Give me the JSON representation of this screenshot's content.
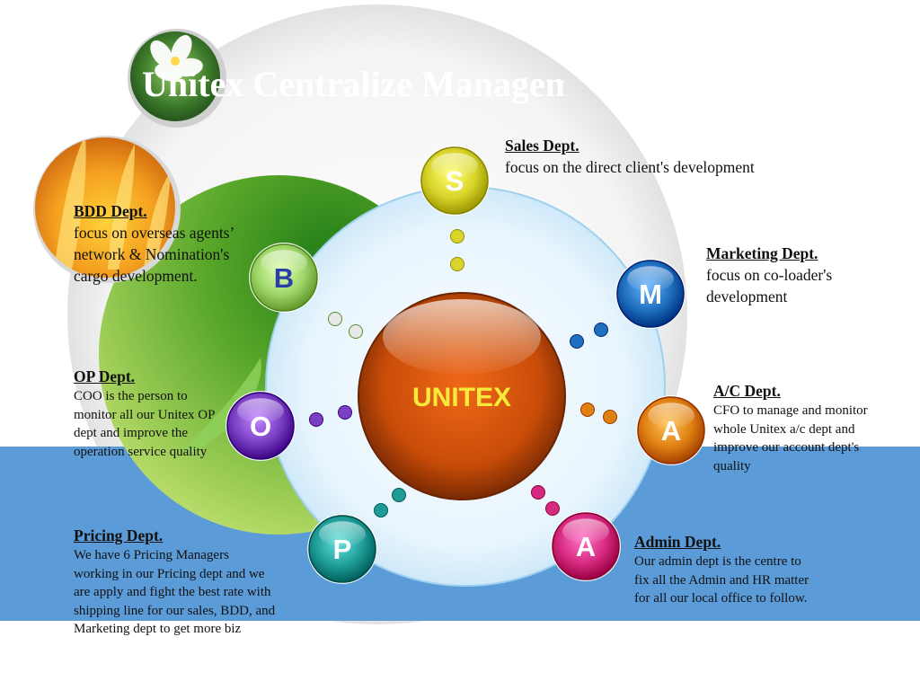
{
  "title": "Unitex Centralize Management",
  "hub": {
    "label": "UNITEX"
  },
  "colors": {
    "band": "#5b9bd8",
    "hub": "#e05a10",
    "sales": "#d8d42a",
    "bdd": "#9ed66a",
    "marketing": "#1f6fbf",
    "ac": "#e07f12",
    "admin": "#d62a80",
    "pricing": "#1f9c98",
    "op": "#7b3fc4"
  },
  "nodes": [
    {
      "id": "sales",
      "letter": "S",
      "icon": "sales-node-icon"
    },
    {
      "id": "bdd",
      "letter": "B",
      "icon": "bdd-node-icon"
    },
    {
      "id": "marketing",
      "letter": "M",
      "icon": "marketing-node-icon"
    },
    {
      "id": "op",
      "letter": "O",
      "icon": "op-node-icon"
    },
    {
      "id": "ac",
      "letter": "A",
      "icon": "ac-node-icon"
    },
    {
      "id": "pricing",
      "letter": "P",
      "icon": "pricing-node-icon"
    },
    {
      "id": "admin",
      "letter": "A",
      "icon": "admin-node-icon"
    }
  ],
  "departments": {
    "sales": {
      "title": "Sales Dept.",
      "desc": "focus on the direct client's development"
    },
    "bdd": {
      "title": "BDD Dept.",
      "desc": "focus on overseas agents’ network & Nomination's cargo development."
    },
    "marketing": {
      "title": "Marketing Dept.",
      "desc": "focus on co-loader's development"
    },
    "op": {
      "title": "OP Dept.",
      "desc": "COO is the person to monitor all our Unitex OP dept and improve the operation service quality"
    },
    "ac": {
      "title": "A/C Dept.",
      "desc": "CFO to manage and monitor whole Unitex a/c dept and improve our account dept's quality"
    },
    "pricing": {
      "title": "Pricing Dept.",
      "desc": "We have 6 Pricing Managers working in our Pricing dept and we are apply and fight the best rate with shipping line for our sales, BDD, and Marketing dept to get more biz"
    },
    "admin": {
      "title": "Admin Dept.",
      "desc": "Our admin dept is the centre to fix all the Admin and HR matter for all our local office to follow."
    }
  }
}
